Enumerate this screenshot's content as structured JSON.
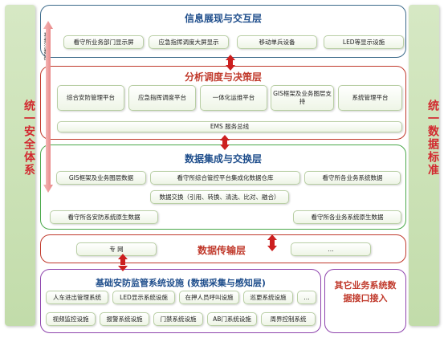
{
  "side_left": "统一安全体系",
  "side_right": "统一数据标准",
  "video_stream_label": "视频流数据",
  "presentation_layer": {
    "title": "信息展现与交互层",
    "items": [
      "看守所业务部门显示屏",
      "应急指挥调度大屏显示",
      "移动单兵设备",
      "LED等显示设施"
    ]
  },
  "decision_layer": {
    "title": "分析调度与决策层",
    "items": [
      "综合安防管理平台",
      "应急指挥调度平台",
      "一体化运维平台",
      "GIS框架及业务图层支持",
      "系统管理平台"
    ],
    "bus": "EMS 服务总线"
  },
  "integration_layer": {
    "title": "数据集成与交换层",
    "row1": [
      "GIS框架及业务图层数据",
      "看守所综合管控平台集成化数据仓库",
      "看守所各业务系统数据"
    ],
    "exchange": "数据交换（引用、转换、清洗、比对、融合）",
    "raw_left": "看守所各安防系统原生数据",
    "raw_right": "看守所各业务系统原生数据"
  },
  "transport_layer": {
    "title": "数据传输层",
    "left": "专 网",
    "right": "..."
  },
  "infra_layer": {
    "title": "基础安防监管系统设施 (数据采集与感知层)",
    "row1": [
      "人车进出管理系统",
      "LED显示系统设施",
      "在押人员呼叫设施",
      "巡更系统设施",
      "..."
    ],
    "row2": [
      "视频监控设施",
      "报警系统设施",
      "门禁系统设施",
      "AB门系统设施",
      "周界控制系统"
    ]
  },
  "other_systems": "其它业务系统数据接口接入",
  "colors": {
    "layer_blue": "#3b6a8a",
    "layer_red": "#c0392b",
    "layer_green": "#4aa84a",
    "layer_purple": "#8e44ad",
    "title_blue": "#1f4e8c",
    "title_red": "#c0392b",
    "side_text": "#d2282f",
    "arrow_red": "#cc1f1f"
  }
}
